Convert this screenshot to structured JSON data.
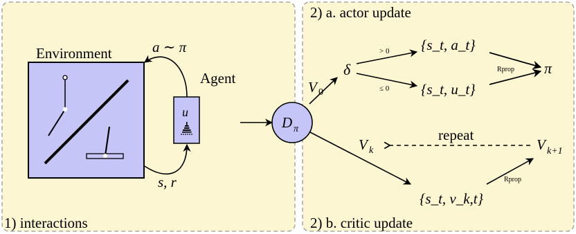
{
  "colors": {
    "panel_fill": "#fcf6d2",
    "panel_border": "#9a9a9a",
    "block_fill": "#c5c5f8",
    "stroke": "#000000"
  },
  "left_panel": {
    "caption": "1) interactions",
    "environment_label": "Environment",
    "agent_label": "Agent",
    "action_label": "a ∼ π",
    "state_reward_label": "s, r",
    "agent_value": "u"
  },
  "center_node": {
    "label_main": "D",
    "label_sub": "π"
  },
  "right_panel": {
    "actor_caption": "2) a. actor update",
    "critic_caption": "2) b. critic update",
    "v0_main": "V",
    "v0_sub": "0",
    "delta": "δ",
    "gt_label": "> 0",
    "le_label": "≤ 0",
    "set_sa": "{s_t, a_t}",
    "set_su": "{s_t, u_t}",
    "rprop_actor": "Rprop",
    "pi": "π",
    "vk_main": "V",
    "vk_sub": "k",
    "repeat": "repeat",
    "vk1_main": "V",
    "vk1_sub": "k+1",
    "set_sv": "{s_t, v_k,t}",
    "rprop_critic": "Rprop"
  }
}
